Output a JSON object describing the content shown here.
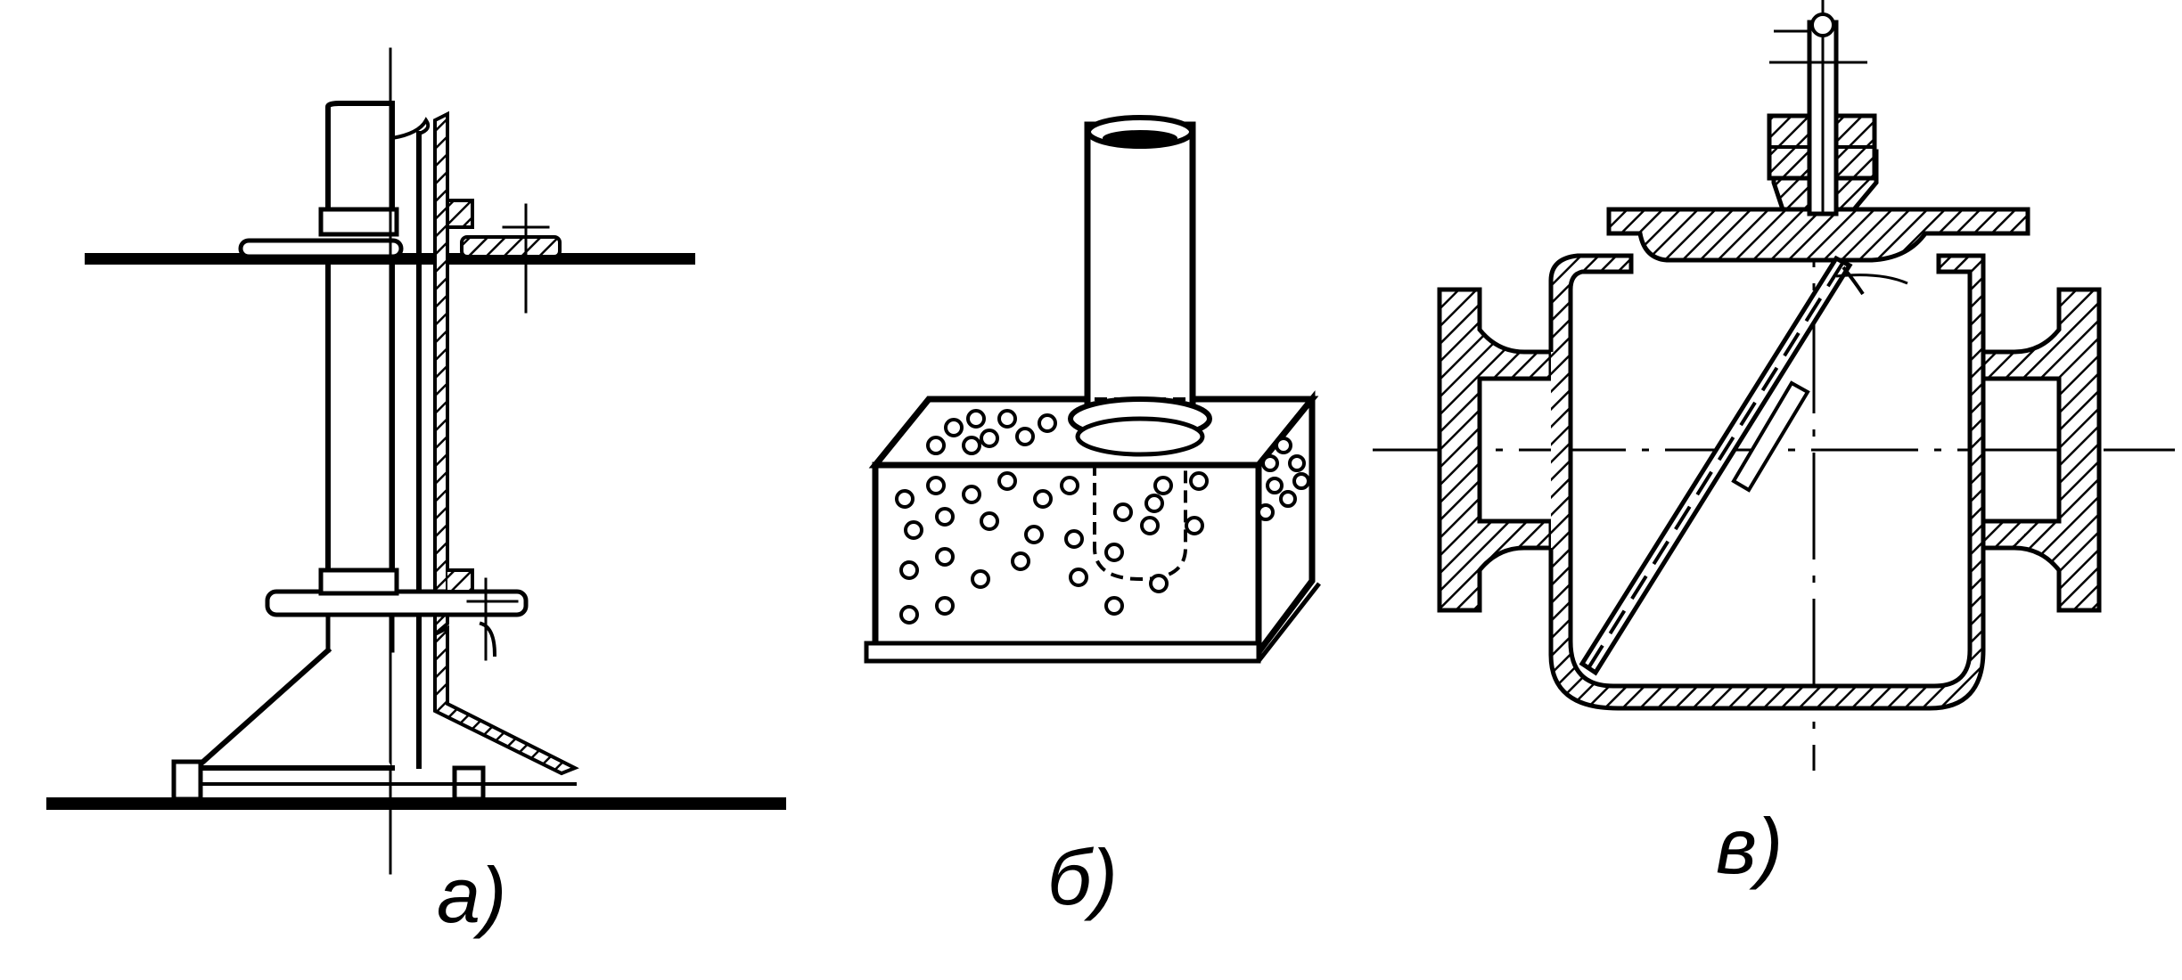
{
  "figure": {
    "panels": [
      {
        "id": "a",
        "label": "а)"
      },
      {
        "id": "b",
        "label": "б)"
      },
      {
        "id": "v",
        "label": "в)"
      }
    ],
    "colors": {
      "ink": "#000000",
      "paper": "#ffffff"
    }
  }
}
